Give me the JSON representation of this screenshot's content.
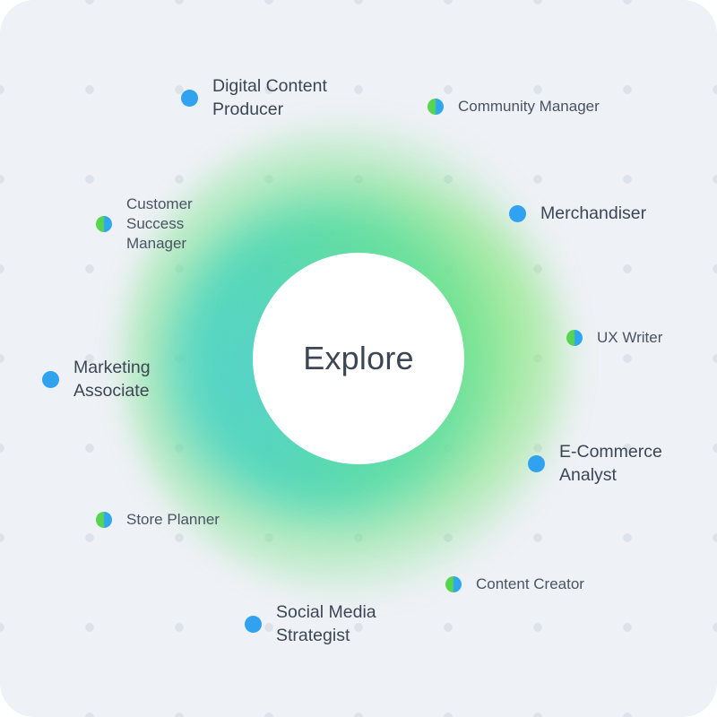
{
  "center": {
    "label": "Explore"
  },
  "roles": [
    {
      "id": "digital-content-producer",
      "label": "Digital Content\nProducer",
      "size": "large",
      "dot": "blue"
    },
    {
      "id": "community-manager",
      "label": "Community Manager",
      "size": "small",
      "dot": "gradient"
    },
    {
      "id": "customer-success-manager",
      "label": "Customer\nSuccess\nManager",
      "size": "small",
      "dot": "gradient"
    },
    {
      "id": "merchandiser",
      "label": "Merchandiser",
      "size": "large",
      "dot": "blue"
    },
    {
      "id": "ux-writer",
      "label": "UX Writer",
      "size": "small",
      "dot": "gradient"
    },
    {
      "id": "marketing-associate",
      "label": "Marketing\nAssociate",
      "size": "large",
      "dot": "blue"
    },
    {
      "id": "e-commerce-analyst",
      "label": "E-Commerce\nAnalyst",
      "size": "large",
      "dot": "blue"
    },
    {
      "id": "store-planner",
      "label": "Store Planner",
      "size": "small",
      "dot": "gradient"
    },
    {
      "id": "content-creator",
      "label": "Content Creator",
      "size": "small",
      "dot": "gradient"
    },
    {
      "id": "social-media-strategist",
      "label": "Social Media\nStrategist",
      "size": "large",
      "dot": "blue"
    }
  ],
  "colors": {
    "background": "#eef1f5",
    "text": "#3c4654",
    "dot_blue": "#31a2f0",
    "dot_green": "#58d54e",
    "glow_teal": "#3ed6aa",
    "glow_green": "#8cea6e"
  }
}
